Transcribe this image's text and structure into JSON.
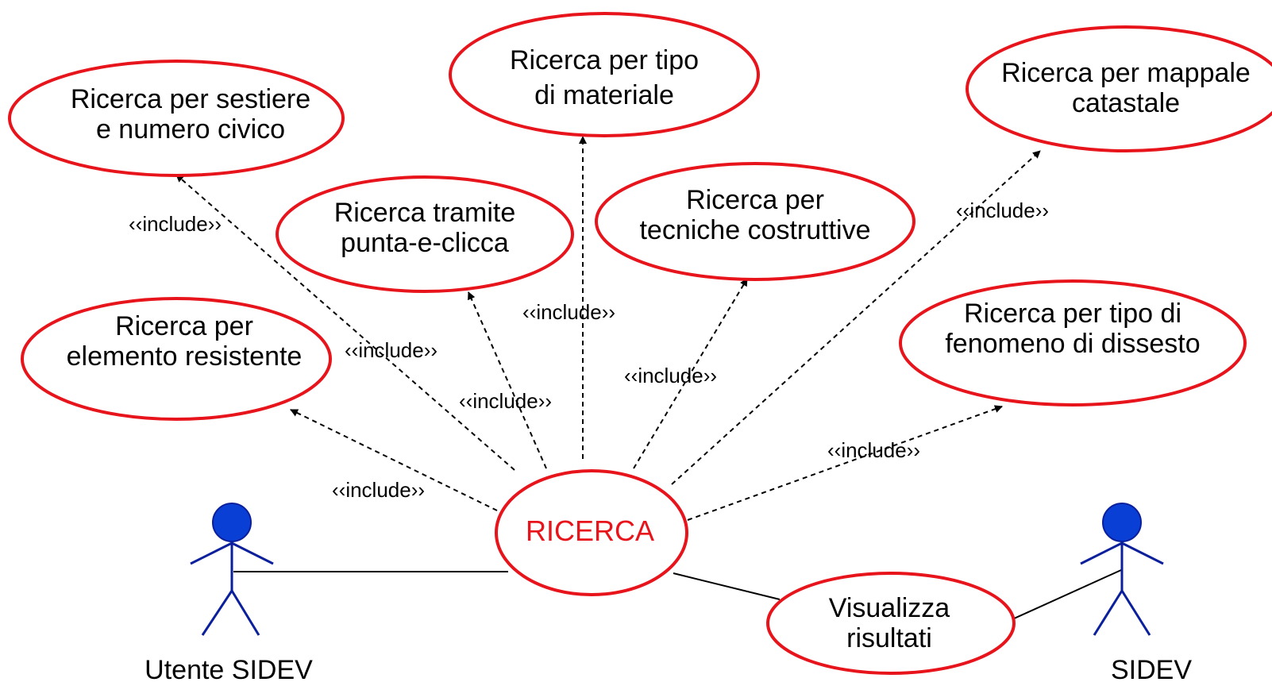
{
  "colors": {
    "ellipse_stroke": "#e8141c",
    "main_text": "#e8141c",
    "actor": "#0a1f9c",
    "actor_head": "#0a3fd6",
    "line": "#000000"
  },
  "central_use_case": {
    "label": "RICERCA"
  },
  "use_cases": [
    {
      "id": "sestiere",
      "lines": [
        "Ricerca per sestiere",
        "e numero civico"
      ]
    },
    {
      "id": "materiale",
      "lines": [
        "Ricerca per tipo",
        "di materiale"
      ]
    },
    {
      "id": "mappale",
      "lines": [
        "Ricerca per mappale",
        "catastale"
      ]
    },
    {
      "id": "punta",
      "lines": [
        "Ricerca tramite",
        "punta-e-clicca"
      ]
    },
    {
      "id": "tecniche",
      "lines": [
        "Ricerca per",
        "tecniche costruttive"
      ]
    },
    {
      "id": "elemento",
      "lines": [
        "Ricerca per",
        "elemento resistente"
      ]
    },
    {
      "id": "fenomeno",
      "lines": [
        "Ricerca per tipo di",
        "fenomeno di dissesto"
      ]
    },
    {
      "id": "visualizza",
      "lines": [
        "Visualizza",
        "risultati"
      ]
    }
  ],
  "relations": [
    {
      "to": "sestiere",
      "label": "‹‹include››"
    },
    {
      "to": "elemento",
      "label": "‹‹include››"
    },
    {
      "to": "elemento-2",
      "label": "‹‹include››"
    },
    {
      "to": "punta",
      "label": "‹‹include››"
    },
    {
      "to": "materiale",
      "label": "‹‹include››"
    },
    {
      "to": "tecniche",
      "label": "‹‹include››"
    },
    {
      "to": "mappale",
      "label": "‹‹include››"
    },
    {
      "to": "fenomeno",
      "label": "‹‹include››"
    }
  ],
  "actors": [
    {
      "id": "utente",
      "label": "Utente SIDEV"
    },
    {
      "id": "sidev",
      "label": "SIDEV"
    }
  ]
}
